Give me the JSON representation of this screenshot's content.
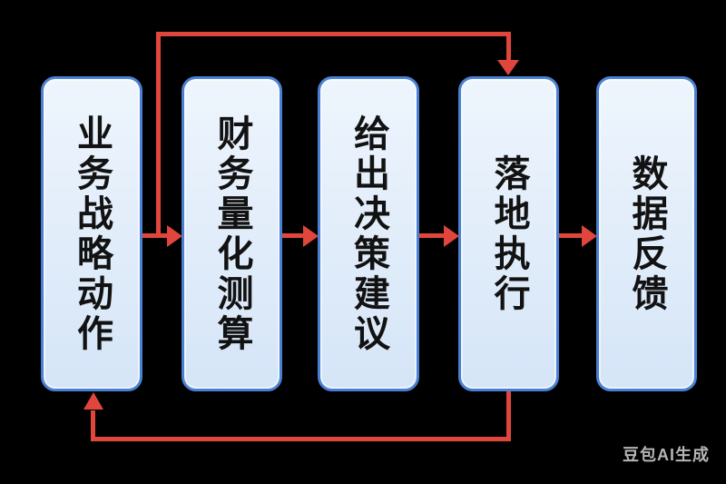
{
  "flowchart": {
    "steps": [
      {
        "id": "business-strategy",
        "label": "业务战略动作"
      },
      {
        "id": "financial-calculation",
        "label": "财务量化测算"
      },
      {
        "id": "decision-recommendation",
        "label": "给出决策建议"
      },
      {
        "id": "implementation",
        "label": "落地执行"
      },
      {
        "id": "data-feedback",
        "label": "数据反馈"
      }
    ],
    "connections": [
      {
        "from": "业务战略动作",
        "to": "财务量化测算",
        "style": "straight-arrow"
      },
      {
        "from": "财务量化测算",
        "to": "给出决策建议",
        "style": "straight-arrow"
      },
      {
        "from": "给出决策建议",
        "to": "落地执行",
        "style": "straight-arrow"
      },
      {
        "from": "落地执行",
        "to": "数据反馈",
        "style": "straight-arrow"
      },
      {
        "from": "业务战略动作",
        "to": "落地执行",
        "style": "elbow-over-top"
      },
      {
        "from": "落地执行",
        "to": "业务战略动作",
        "style": "elbow-under-bottom"
      }
    ]
  },
  "colors": {
    "background": "#000000",
    "arrow": "#e0463c",
    "box_border": "#4a80d4",
    "box_fill_top": "#eef5fd",
    "box_fill_bottom": "#d5e5f7",
    "box_text": "#121212",
    "watermark_text": "#b5b5b5"
  },
  "watermark": {
    "text": "豆包AI生成"
  }
}
